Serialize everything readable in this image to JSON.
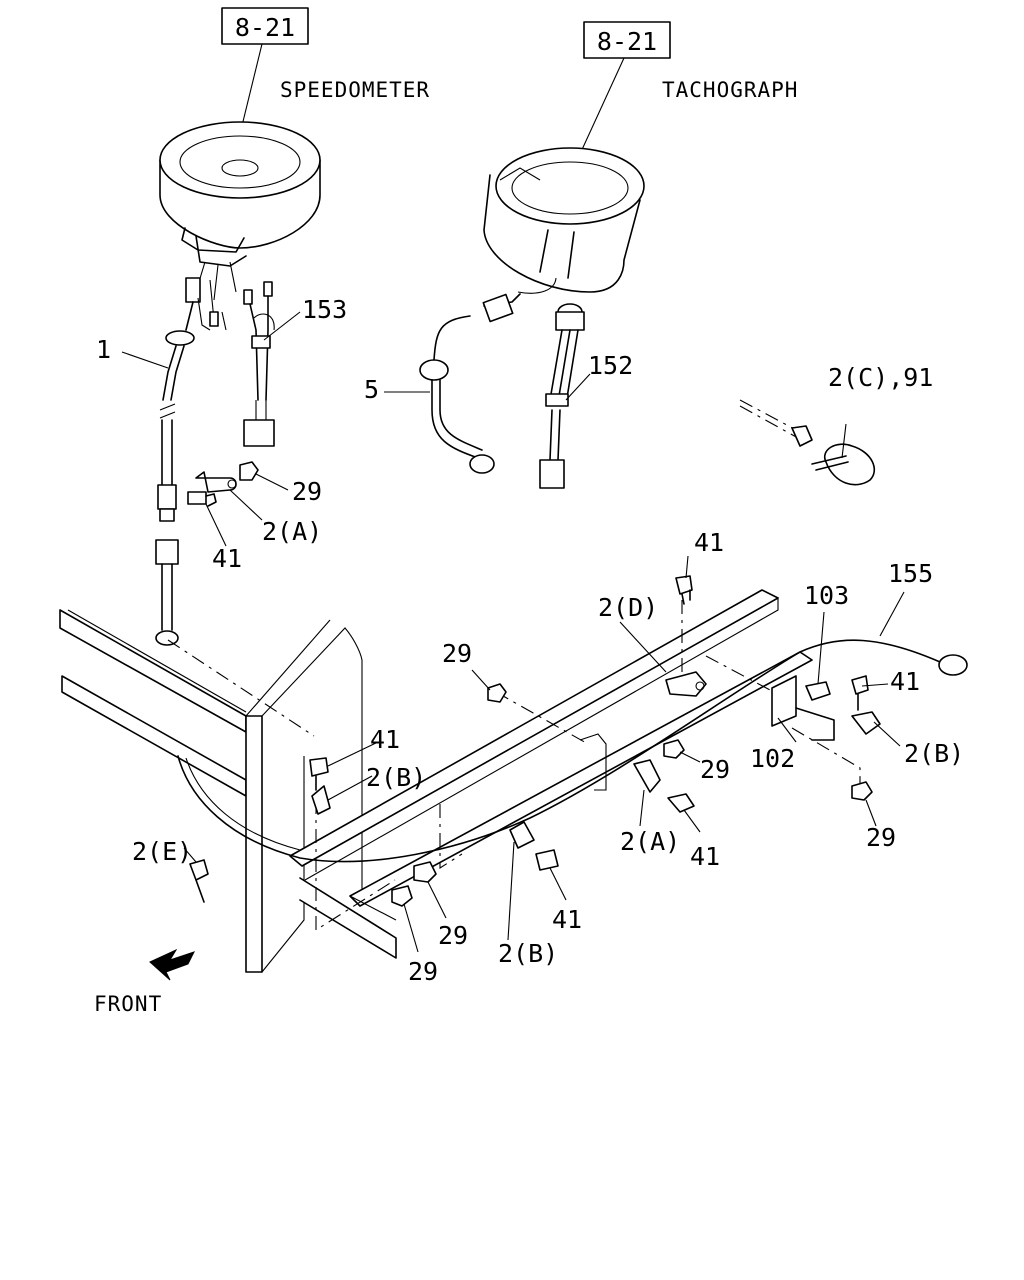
{
  "references": {
    "speedometer_ref": "8-21",
    "tachograph_ref": "8-21"
  },
  "titles": {
    "speedometer": "SPEEDOMETER",
    "tachograph": "TACHOGRAPH",
    "front": "FRONT"
  },
  "callouts": {
    "c1": "1",
    "c153": "153",
    "c29_a": "29",
    "c2a_a": "2(A)",
    "c41_a": "41",
    "c5": "5",
    "c152": "152",
    "c2c91": "2(C),91",
    "c41_b": "41",
    "c155": "155",
    "c2d": "2(D)",
    "c103": "103",
    "c29_b": "29",
    "c41_c": "41",
    "c2b_a": "2(B)",
    "c102": "102",
    "c29_c": "29",
    "c41_d": "41",
    "c2b_b": "2(B)",
    "c29_d": "29",
    "c2a_b": "2(A)",
    "c41_e": "41",
    "c2e": "2(E)",
    "c29_e": "29",
    "c41_f": "41",
    "c29_f": "29",
    "c2b_c": "2(B)"
  }
}
